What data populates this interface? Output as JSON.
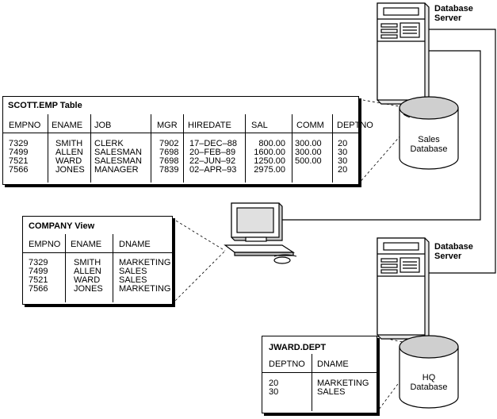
{
  "sales_server_label": [
    "Database",
    "Server"
  ],
  "hq_server_label": [
    "Database",
    "Server"
  ],
  "sales_db_label": [
    "Sales",
    "Database"
  ],
  "hq_db_label": [
    "HQ",
    "Database"
  ],
  "emp_table": {
    "title": "SCOTT.EMP Table",
    "columns": [
      "EMPNO",
      "ENAME",
      "JOB",
      "MGR",
      "HIREDATE",
      "SAL",
      "COMM",
      "DEPTNO"
    ],
    "rows": [
      [
        "7329",
        "SMITH",
        "CLERK",
        "7902",
        "17–DEC–88",
        "800.00",
        "300.00",
        "20"
      ],
      [
        "7499",
        "ALLEN",
        "SALESMAN",
        "7698",
        "20–FEB–89",
        "1600.00",
        "300.00",
        "30"
      ],
      [
        "7521",
        "WARD",
        "SALESMAN",
        "7698",
        "22–JUN–92",
        "1250.00",
        "500.00",
        "30"
      ],
      [
        "7566",
        "JONES",
        "MANAGER",
        "7839",
        "02–APR–93",
        "2975.00",
        "",
        "20"
      ]
    ]
  },
  "company_view": {
    "title": "COMPANY View",
    "columns": [
      "EMPNO",
      "ENAME",
      "DNAME"
    ],
    "rows": [
      [
        "7329",
        "SMITH",
        "MARKETING"
      ],
      [
        "7499",
        "ALLEN",
        "SALES"
      ],
      [
        "7521",
        "WARD",
        "SALES"
      ],
      [
        "7566",
        "JONES",
        "MARKETING"
      ]
    ]
  },
  "dept_table": {
    "title": "JWARD.DEPT",
    "columns": [
      "DEPTNO",
      "DNAME"
    ],
    "rows": [
      [
        "20",
        "MARKETING"
      ],
      [
        "30",
        "SALES"
      ]
    ]
  }
}
